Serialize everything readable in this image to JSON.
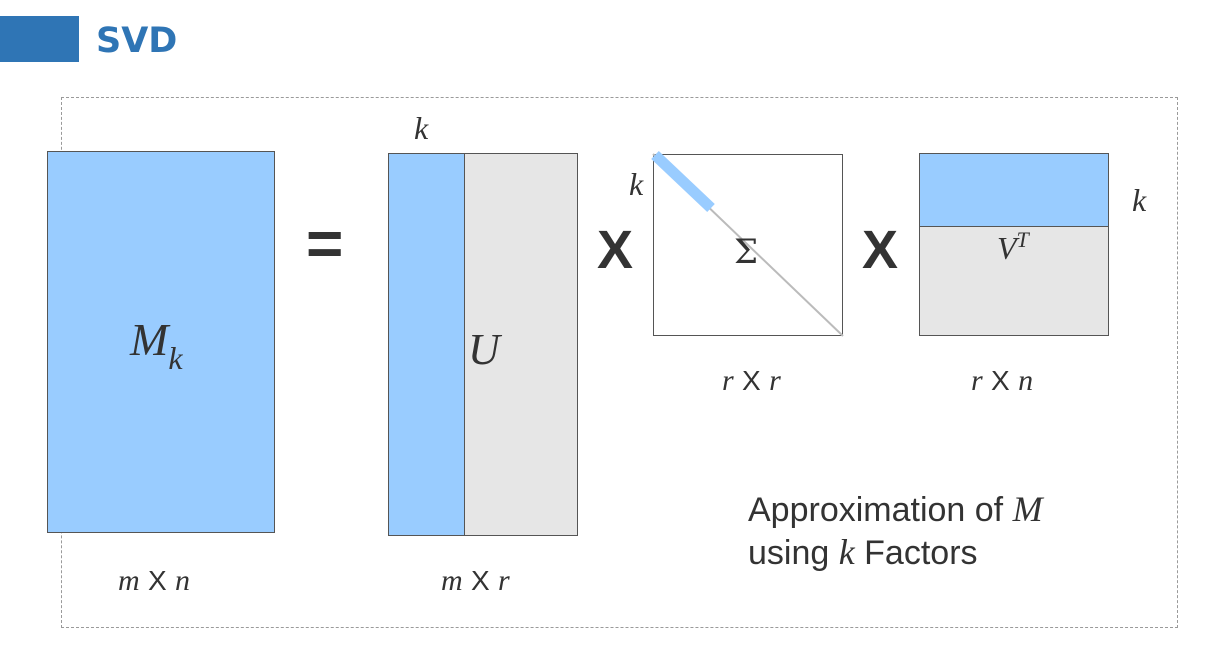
{
  "slide": {
    "title": "SVD"
  },
  "diagram": {
    "lhs": {
      "label_main": "M",
      "label_sub": "k",
      "dim_a": "m",
      "dim_b": "n"
    },
    "equals": "=",
    "times": "X",
    "u": {
      "label": "U",
      "k_label": "k",
      "dim_a": "m",
      "dim_b": "r"
    },
    "sigma": {
      "label": "Σ",
      "k_label": "k",
      "dim_a": "r",
      "dim_b": "r"
    },
    "vt": {
      "label_main": "V",
      "label_sup": "T",
      "k_label": "k",
      "dim_a": "r",
      "dim_b": "n"
    },
    "caption": {
      "line1_pre": "Approximation of ",
      "line1_var": "M",
      "line2_pre": "using ",
      "line2_var": "k",
      "line2_post": " Factors"
    }
  },
  "colors": {
    "accent": "#2f75b5",
    "highlight": "#99ccff",
    "fill_gray": "#e6e6e6"
  }
}
